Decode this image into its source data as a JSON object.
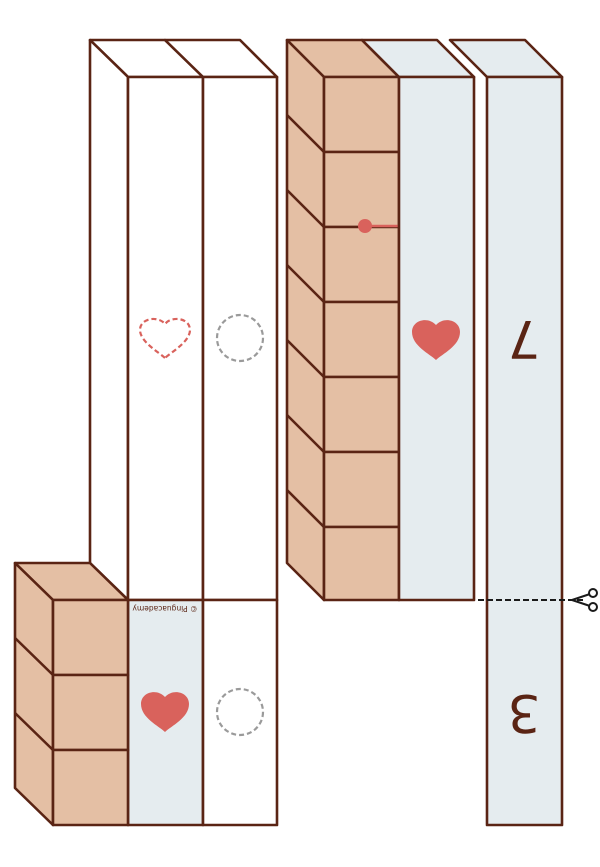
{
  "digits": {
    "upper": "7",
    "lower": "3"
  },
  "copyright": "© Pinguacademy",
  "colors": {
    "outline": "#5a2414",
    "cube_fill": "#e4bfa4",
    "strip_fill": "#e5ecef",
    "heart": "#d9625c",
    "guide_gray": "#9a9a9a",
    "white": "#ffffff"
  },
  "icons": [
    "heart-icon",
    "heart-outline-icon",
    "circle-outline-icon",
    "scissors-icon"
  ]
}
